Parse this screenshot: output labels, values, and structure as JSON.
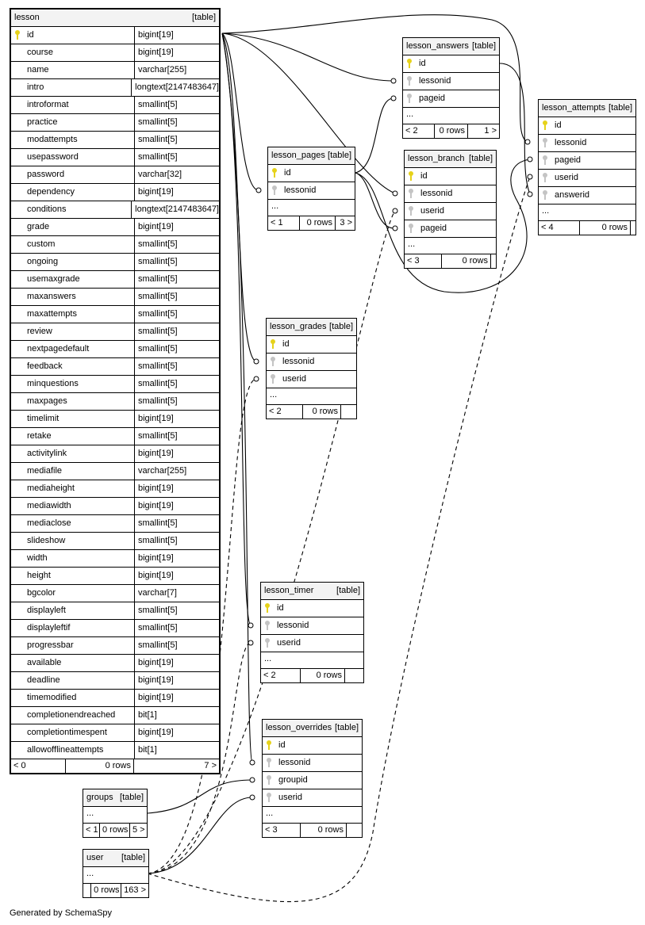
{
  "diagram": {
    "header_tag": "[table]",
    "tables": [
      {
        "key": "lesson",
        "name": "lesson",
        "main": true,
        "columns": [
          {
            "name": "id",
            "type": "bigint[19]",
            "key": "pk"
          },
          {
            "name": "course",
            "type": "bigint[19]",
            "key": ""
          },
          {
            "name": "name",
            "type": "varchar[255]",
            "key": ""
          },
          {
            "name": "intro",
            "type": "longtext[2147483647]",
            "key": ""
          },
          {
            "name": "introformat",
            "type": "smallint[5]",
            "key": ""
          },
          {
            "name": "practice",
            "type": "smallint[5]",
            "key": ""
          },
          {
            "name": "modattempts",
            "type": "smallint[5]",
            "key": ""
          },
          {
            "name": "usepassword",
            "type": "smallint[5]",
            "key": ""
          },
          {
            "name": "password",
            "type": "varchar[32]",
            "key": ""
          },
          {
            "name": "dependency",
            "type": "bigint[19]",
            "key": ""
          },
          {
            "name": "conditions",
            "type": "longtext[2147483647]",
            "key": ""
          },
          {
            "name": "grade",
            "type": "bigint[19]",
            "key": ""
          },
          {
            "name": "custom",
            "type": "smallint[5]",
            "key": ""
          },
          {
            "name": "ongoing",
            "type": "smallint[5]",
            "key": ""
          },
          {
            "name": "usemaxgrade",
            "type": "smallint[5]",
            "key": ""
          },
          {
            "name": "maxanswers",
            "type": "smallint[5]",
            "key": ""
          },
          {
            "name": "maxattempts",
            "type": "smallint[5]",
            "key": ""
          },
          {
            "name": "review",
            "type": "smallint[5]",
            "key": ""
          },
          {
            "name": "nextpagedefault",
            "type": "smallint[5]",
            "key": ""
          },
          {
            "name": "feedback",
            "type": "smallint[5]",
            "key": ""
          },
          {
            "name": "minquestions",
            "type": "smallint[5]",
            "key": ""
          },
          {
            "name": "maxpages",
            "type": "smallint[5]",
            "key": ""
          },
          {
            "name": "timelimit",
            "type": "bigint[19]",
            "key": ""
          },
          {
            "name": "retake",
            "type": "smallint[5]",
            "key": ""
          },
          {
            "name": "activitylink",
            "type": "bigint[19]",
            "key": ""
          },
          {
            "name": "mediafile",
            "type": "varchar[255]",
            "key": ""
          },
          {
            "name": "mediaheight",
            "type": "bigint[19]",
            "key": ""
          },
          {
            "name": "mediawidth",
            "type": "bigint[19]",
            "key": ""
          },
          {
            "name": "mediaclose",
            "type": "smallint[5]",
            "key": ""
          },
          {
            "name": "slideshow",
            "type": "smallint[5]",
            "key": ""
          },
          {
            "name": "width",
            "type": "bigint[19]",
            "key": ""
          },
          {
            "name": "height",
            "type": "bigint[19]",
            "key": ""
          },
          {
            "name": "bgcolor",
            "type": "varchar[7]",
            "key": ""
          },
          {
            "name": "displayleft",
            "type": "smallint[5]",
            "key": ""
          },
          {
            "name": "displayleftif",
            "type": "smallint[5]",
            "key": ""
          },
          {
            "name": "progressbar",
            "type": "smallint[5]",
            "key": ""
          },
          {
            "name": "available",
            "type": "bigint[19]",
            "key": ""
          },
          {
            "name": "deadline",
            "type": "bigint[19]",
            "key": ""
          },
          {
            "name": "timemodified",
            "type": "bigint[19]",
            "key": ""
          },
          {
            "name": "completionendreached",
            "type": "bit[1]",
            "key": ""
          },
          {
            "name": "completiontimespent",
            "type": "bigint[19]",
            "key": ""
          },
          {
            "name": "allowofflineattempts",
            "type": "bit[1]",
            "key": ""
          }
        ],
        "dots": "",
        "footer": {
          "parents": "< 0",
          "rows": "0 rows",
          "children": "7 >"
        }
      },
      {
        "key": "lesson_answers",
        "name": "lesson_answers",
        "columns": [
          {
            "name": "id",
            "type": "",
            "key": "pk"
          },
          {
            "name": "lessonid",
            "type": "",
            "key": "fk"
          },
          {
            "name": "pageid",
            "type": "",
            "key": "fk"
          }
        ],
        "dots": "...",
        "footer": {
          "parents": "< 2",
          "rows": "0 rows",
          "children": "1 >"
        }
      },
      {
        "key": "lesson_pages",
        "name": "lesson_pages",
        "columns": [
          {
            "name": "id",
            "type": "",
            "key": "pk"
          },
          {
            "name": "lessonid",
            "type": "",
            "key": "fk"
          }
        ],
        "dots": "...",
        "footer": {
          "parents": "< 1",
          "rows": "0 rows",
          "children": "3 >"
        }
      },
      {
        "key": "lesson_branch",
        "name": "lesson_branch",
        "columns": [
          {
            "name": "id",
            "type": "",
            "key": "pk"
          },
          {
            "name": "lessonid",
            "type": "",
            "key": "fk"
          },
          {
            "name": "userid",
            "type": "",
            "key": "fk"
          },
          {
            "name": "pageid",
            "type": "",
            "key": "fk"
          }
        ],
        "dots": "...",
        "footer": {
          "parents": "< 3",
          "rows": "0 rows",
          "children": ""
        }
      },
      {
        "key": "lesson_attempts",
        "name": "lesson_attempts",
        "columns": [
          {
            "name": "id",
            "type": "",
            "key": "pk"
          },
          {
            "name": "lessonid",
            "type": "",
            "key": "fk"
          },
          {
            "name": "pageid",
            "type": "",
            "key": "fk"
          },
          {
            "name": "userid",
            "type": "",
            "key": "fk"
          },
          {
            "name": "answerid",
            "type": "",
            "key": "fk"
          }
        ],
        "dots": "...",
        "footer": {
          "parents": "< 4",
          "rows": "0 rows",
          "children": ""
        }
      },
      {
        "key": "lesson_grades",
        "name": "lesson_grades",
        "columns": [
          {
            "name": "id",
            "type": "",
            "key": "pk"
          },
          {
            "name": "lessonid",
            "type": "",
            "key": "fk"
          },
          {
            "name": "userid",
            "type": "",
            "key": "fk"
          }
        ],
        "dots": "...",
        "footer": {
          "parents": "< 2",
          "rows": "0 rows",
          "children": ""
        }
      },
      {
        "key": "lesson_timer",
        "name": "lesson_timer",
        "columns": [
          {
            "name": "id",
            "type": "",
            "key": "pk"
          },
          {
            "name": "lessonid",
            "type": "",
            "key": "fk"
          },
          {
            "name": "userid",
            "type": "",
            "key": "fk"
          }
        ],
        "dots": "...",
        "footer": {
          "parents": "< 2",
          "rows": "0 rows",
          "children": ""
        }
      },
      {
        "key": "lesson_overrides",
        "name": "lesson_overrides",
        "columns": [
          {
            "name": "id",
            "type": "",
            "key": "pk"
          },
          {
            "name": "lessonid",
            "type": "",
            "key": "fk"
          },
          {
            "name": "groupid",
            "type": "",
            "key": "fk"
          },
          {
            "name": "userid",
            "type": "",
            "key": "fk"
          }
        ],
        "dots": "...",
        "footer": {
          "parents": "< 3",
          "rows": "0 rows",
          "children": ""
        }
      },
      {
        "key": "groups",
        "name": "groups",
        "columns": [],
        "dots": "...",
        "footer": {
          "parents": "< 1",
          "rows": "0 rows",
          "children": "5 >"
        }
      },
      {
        "key": "user",
        "name": "user",
        "columns": [],
        "dots": "...",
        "footer": {
          "parents": "",
          "rows": "0 rows",
          "children": "163 >"
        }
      }
    ],
    "relationships": [
      {
        "from": "lesson.id",
        "to": "lesson_answers.lessonid",
        "style": "solid"
      },
      {
        "from": "lesson_pages.id",
        "to": "lesson_answers.pageid",
        "style": "solid"
      },
      {
        "from": "lesson.id",
        "to": "lesson_pages.lessonid",
        "style": "solid"
      },
      {
        "from": "lesson.id",
        "to": "lesson_branch.lessonid",
        "style": "solid"
      },
      {
        "from": "lesson_pages.id",
        "to": "lesson_branch.pageid",
        "style": "solid"
      },
      {
        "from": "user",
        "to": "lesson_branch.userid",
        "style": "dashed"
      },
      {
        "from": "lesson.id",
        "to": "lesson_attempts.lessonid",
        "style": "solid"
      },
      {
        "from": "lesson_answers.id",
        "to": "lesson_attempts.answerid",
        "style": "solid"
      },
      {
        "from": "lesson_pages.id",
        "to": "lesson_attempts.pageid",
        "style": "solid"
      },
      {
        "from": "user",
        "to": "lesson_attempts.userid",
        "style": "dashed"
      },
      {
        "from": "lesson.id",
        "to": "lesson_grades.lessonid",
        "style": "solid"
      },
      {
        "from": "user",
        "to": "lesson_grades.userid",
        "style": "dashed"
      },
      {
        "from": "lesson.id",
        "to": "lesson_timer.lessonid",
        "style": "solid"
      },
      {
        "from": "user",
        "to": "lesson_timer.userid",
        "style": "dashed"
      },
      {
        "from": "lesson.id",
        "to": "lesson_overrides.lessonid",
        "style": "solid"
      },
      {
        "from": "groups",
        "to": "lesson_overrides.groupid",
        "style": "solid"
      },
      {
        "from": "user",
        "to": "lesson_overrides.userid",
        "style": "solid"
      }
    ]
  },
  "footer_note": "Generated by SchemaSpy"
}
